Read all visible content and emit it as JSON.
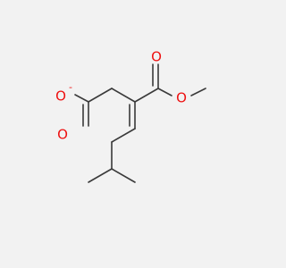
{
  "colors": {
    "background": "#f2f2f2",
    "bond": "#3a3a3a",
    "oxygen": "#ee1111"
  },
  "atoms": {
    "carboxylate_oxygen_single": "O",
    "carboxylate_charge": "-",
    "carboxylate_oxygen_double": "O",
    "ester_carbonyl_oxygen": "O",
    "ester_ether_oxygen": "O"
  }
}
